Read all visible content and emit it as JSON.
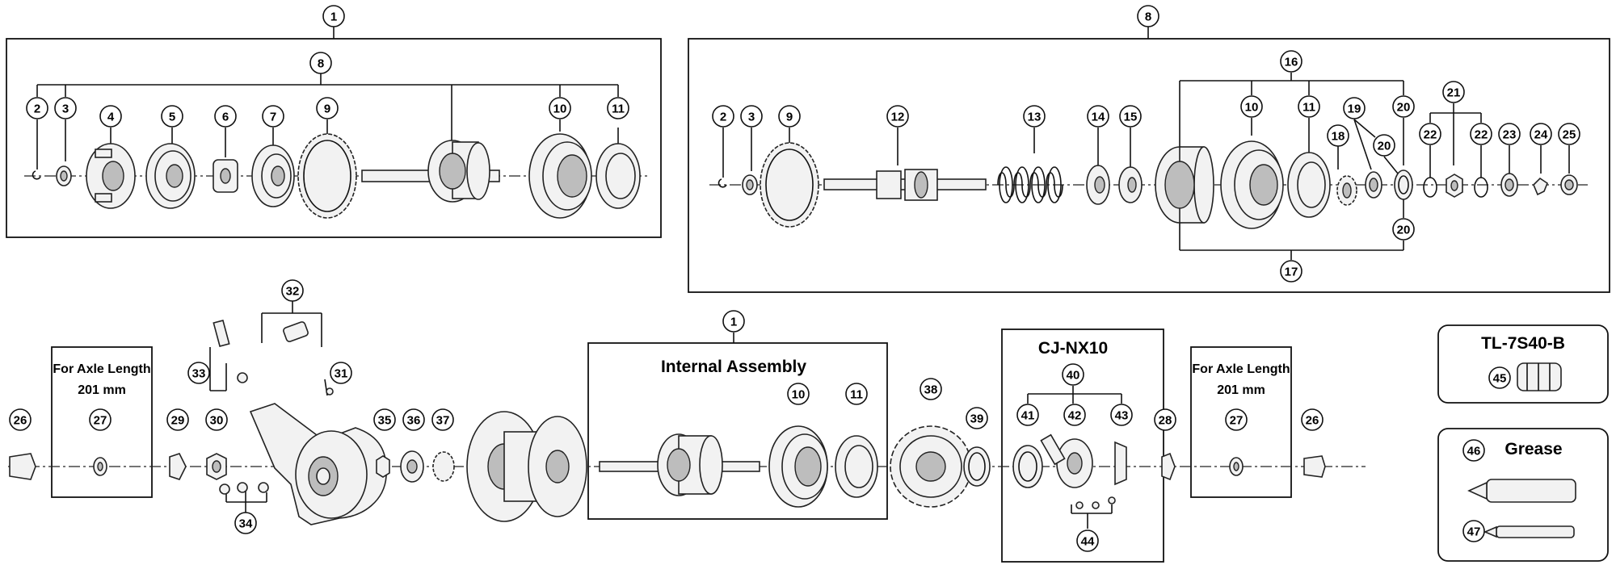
{
  "callouts": {
    "n1": "1",
    "n2": "2",
    "n3": "3",
    "n4": "4",
    "n5": "5",
    "n6": "6",
    "n7": "7",
    "n8": "8",
    "n9": "9",
    "n10": "10",
    "n11": "11",
    "n12": "12",
    "n13": "13",
    "n14": "14",
    "n15": "15",
    "n16": "16",
    "n17": "17",
    "n18": "18",
    "n19": "19",
    "n20": "20",
    "n21": "21",
    "n22": "22",
    "n23": "23",
    "n24": "24",
    "n25": "25",
    "n26": "26",
    "n27": "27",
    "n28": "28",
    "n29": "29",
    "n30": "30",
    "n31": "31",
    "n32": "32",
    "n33": "33",
    "n34": "34",
    "n35": "35",
    "n36": "36",
    "n37": "37",
    "n38": "38",
    "n39": "39",
    "n40": "40",
    "n41": "41",
    "n42": "42",
    "n43": "43",
    "n44": "44",
    "n45": "45",
    "n46": "46",
    "n47": "47"
  },
  "labels": {
    "internal_assembly": "Internal Assembly",
    "cj_nx10": "CJ-NX10",
    "axle_note_line1": "For Axle Length",
    "axle_note_line2": "201 mm",
    "tool": "TL-7S40-B",
    "grease": "Grease"
  }
}
